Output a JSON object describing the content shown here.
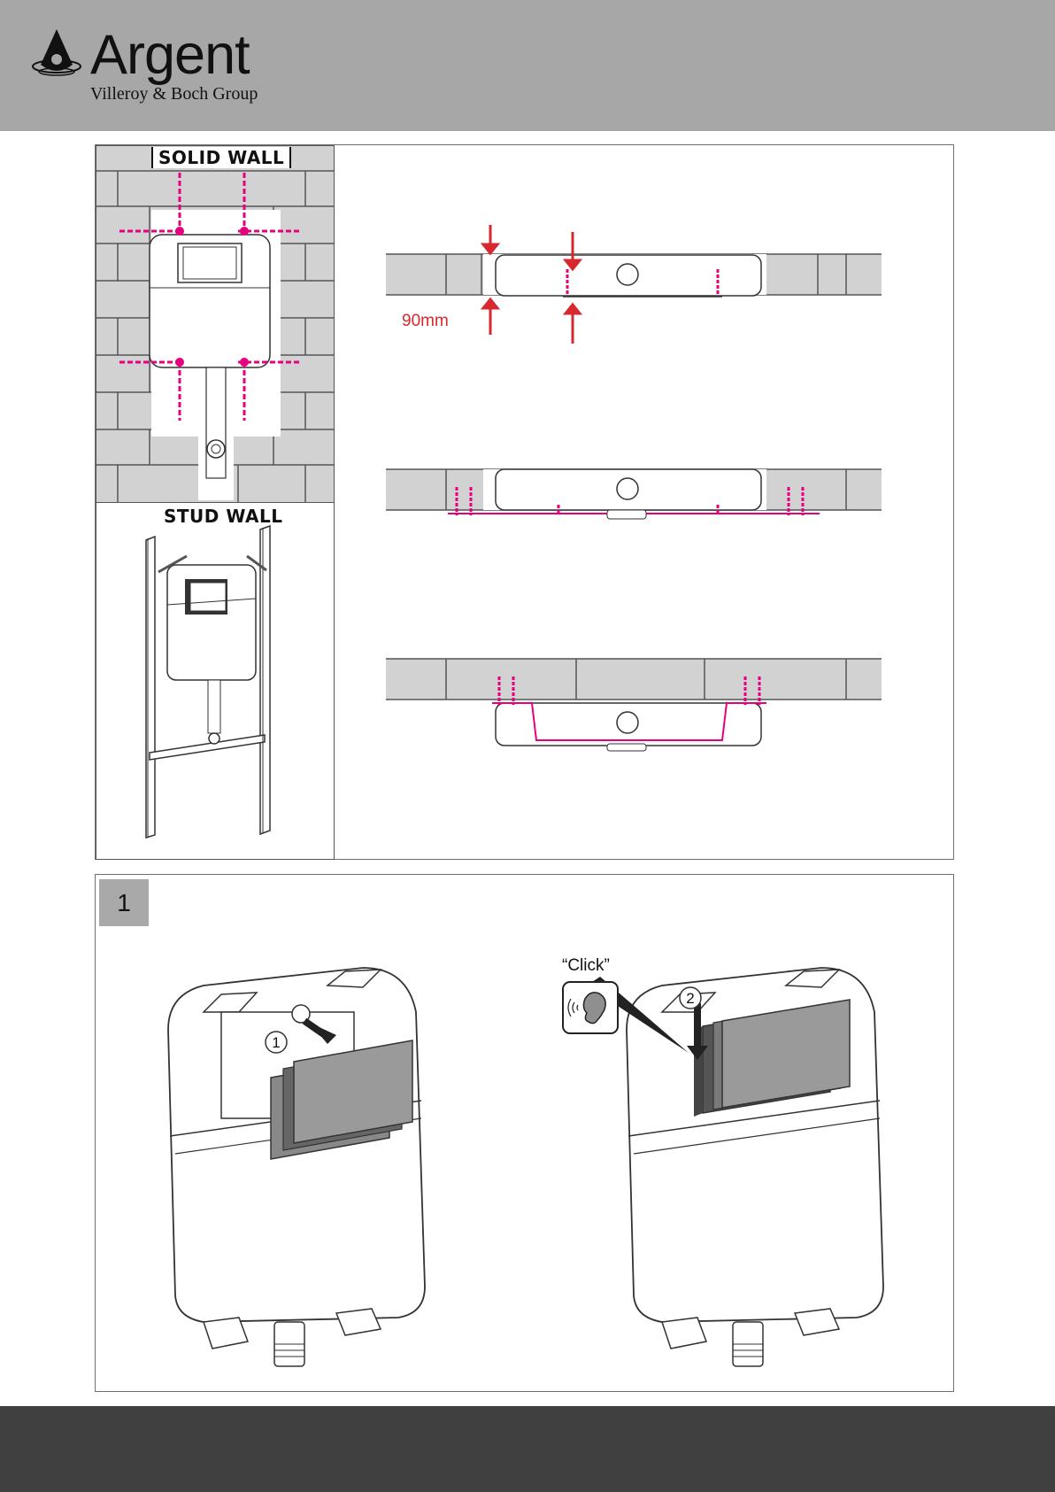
{
  "header": {
    "brand": "Argent",
    "group": "Villeroy & Boch Group"
  },
  "installation_panel": {
    "solid_wall_label": "SOLID WALL",
    "stud_wall_label": "STUD WALL",
    "dimension_label": "90mm"
  },
  "step_panel": {
    "step_number": "1",
    "callout_1": "1",
    "callout_2": "2",
    "click_label": "“Click”"
  },
  "colors": {
    "header_bg": "#a7a7a7",
    "footer_bg": "#404040",
    "bracket_pink": "#e6007e",
    "arrow_red": "#d7282f",
    "brick_grey": "#d2d2d2"
  },
  "icons": [
    "argent-drop-logo",
    "ear-sound-icon"
  ]
}
